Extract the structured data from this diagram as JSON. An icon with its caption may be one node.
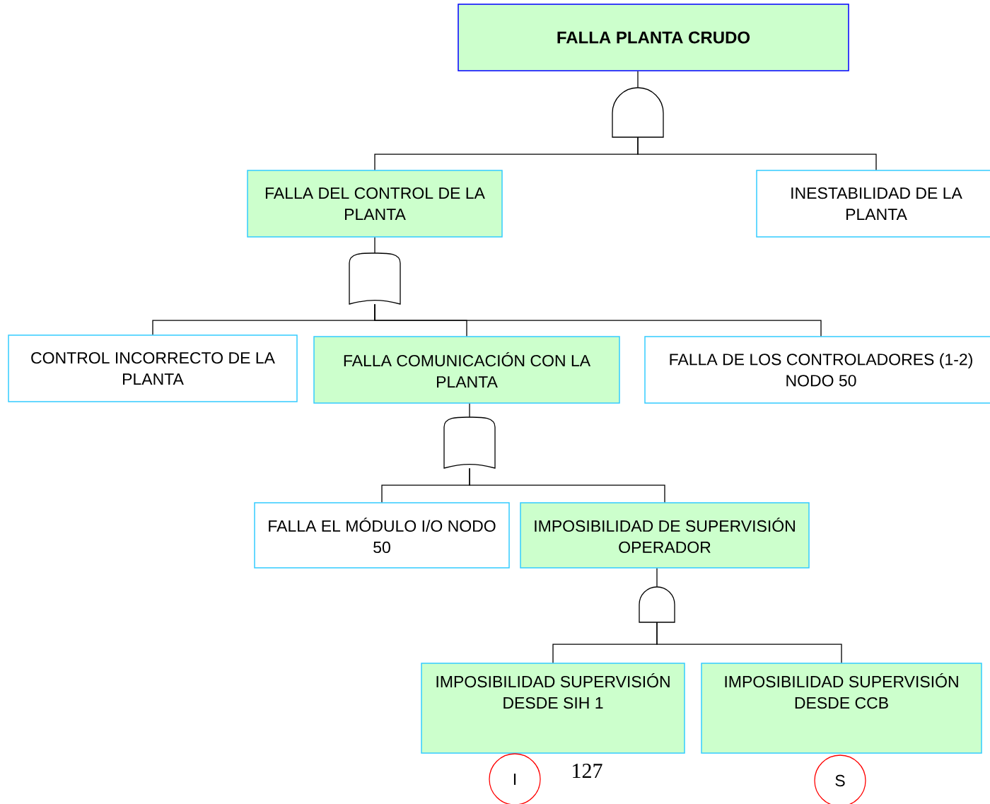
{
  "diagram": {
    "nodes": [
      {
        "text": [
          "FALLA PLANTA CRUDO"
        ]
      },
      {
        "text": [],
        "shape": "and"
      },
      {
        "text": [
          "FALLA DEL CONTROL DE LA PLANTA"
        ]
      },
      {
        "text": [
          "INESTABILIDAD DE LA PLANTA"
        ]
      },
      {
        "text": [],
        "shape": "or"
      },
      {
        "text": [
          "CONTROL INCORRECTO DE LA PLANTA"
        ]
      },
      {
        "text": [
          "FALLA COMUNICACIÓN CON LA PLANTA"
        ]
      },
      {
        "text": [
          "FALLA DE LOS CONTROLADORES (1-2) NODO 50"
        ]
      },
      {
        "text": [],
        "shape": "or"
      },
      {
        "text": [
          "FALLA EL MÓDULO I/O NODO 50"
        ]
      },
      {
        "text": [
          "IMPOSIBILIDAD DE SUPERVISIÓN OPERADOR"
        ]
      },
      {
        "text": [],
        "shape": "and"
      },
      {
        "text": [
          "IMPOSIBILIDAD SUPERVISIÓN DESDE SIH 1"
        ]
      },
      {
        "text": [
          "IMPOSIBILIDAD SUPERVISIÓN DESDE CCB"
        ]
      },
      {
        "text": [
          "I"
        ]
      },
      {
        "text": [
          "S"
        ]
      }
    ],
    "edges": [
      {
        "from": 0,
        "to": 1,
        "arrow": "none"
      },
      {
        "from": 1,
        "to": 2,
        "arrow": "none"
      },
      {
        "from": 1,
        "to": 3,
        "arrow": "none"
      },
      {
        "from": 2,
        "to": 4,
        "arrow": "none"
      },
      {
        "from": 4,
        "to": 5,
        "arrow": "none"
      },
      {
        "from": 4,
        "to": 6,
        "arrow": "none"
      },
      {
        "from": 4,
        "to": 7,
        "arrow": "none"
      },
      {
        "from": 6,
        "to": 8,
        "arrow": "none"
      },
      {
        "from": 8,
        "to": 9,
        "arrow": "none"
      },
      {
        "from": 8,
        "to": 10,
        "arrow": "none"
      },
      {
        "from": 10,
        "to": 11,
        "arrow": "none"
      },
      {
        "from": 11,
        "to": 12,
        "arrow": "none"
      },
      {
        "from": 11,
        "to": 13,
        "arrow": "none"
      }
    ],
    "labels": [
      "127"
    ]
  }
}
